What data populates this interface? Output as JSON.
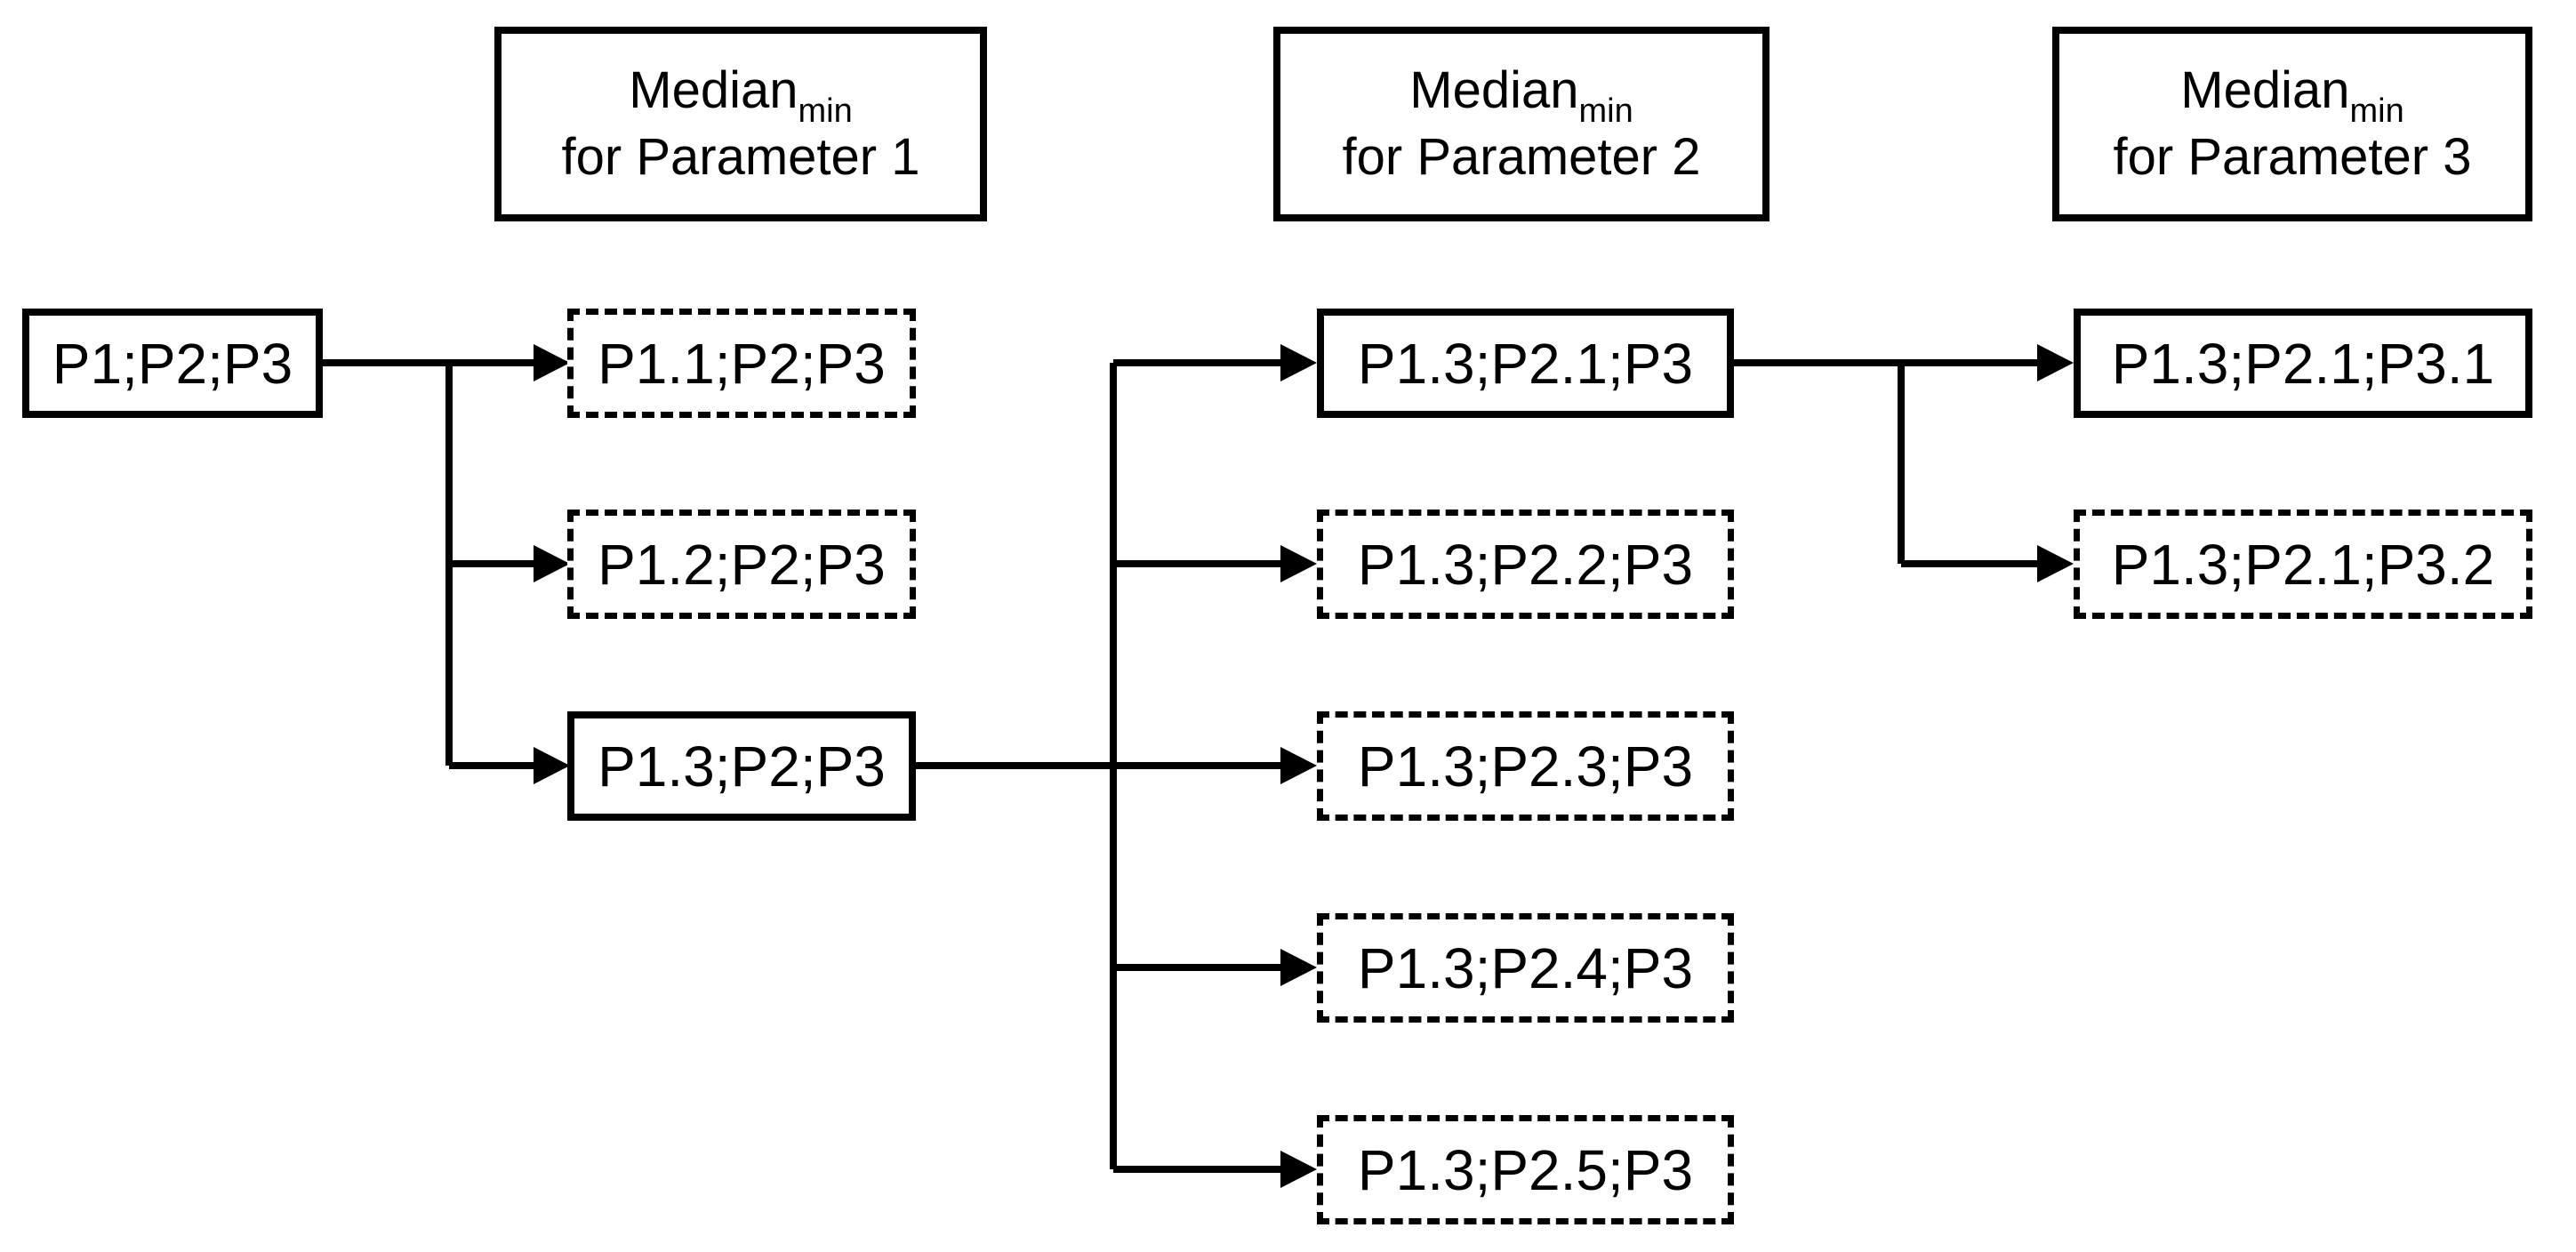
{
  "canvas": {
    "background": "#ffffff",
    "line_color": "#000000"
  },
  "headers": [
    {
      "word": "Median",
      "subscript": "min",
      "line2": "for Parameter 1"
    },
    {
      "word": "Median",
      "subscript": "min",
      "line2": "for Parameter 2"
    },
    {
      "word": "Median",
      "subscript": "min",
      "line2": "for Parameter 3"
    }
  ],
  "nodes": {
    "root": {
      "label": "P1;P2;P3",
      "border": "solid"
    },
    "p11": {
      "label": "P1.1;P2;P3",
      "border": "dashed"
    },
    "p12": {
      "label": "P1.2;P2;P3",
      "border": "dashed"
    },
    "p13": {
      "label": "P1.3;P2;P3",
      "border": "solid"
    },
    "p13p21": {
      "label": "P1.3;P2.1;P3",
      "border": "solid"
    },
    "p13p22": {
      "label": "P1.3;P2.2;P3",
      "border": "dashed"
    },
    "p13p23": {
      "label": "P1.3;P2.3;P3",
      "border": "dashed"
    },
    "p13p24": {
      "label": "P1.3;P2.4;P3",
      "border": "dashed"
    },
    "p13p25": {
      "label": "P1.3;P2.5;P3",
      "border": "dashed"
    },
    "p13p21p31": {
      "label": "P1.3;P2.1;P3.1",
      "border": "solid"
    },
    "p13p21p32": {
      "label": "P1.3;P2.1;P3.2",
      "border": "dashed"
    }
  }
}
